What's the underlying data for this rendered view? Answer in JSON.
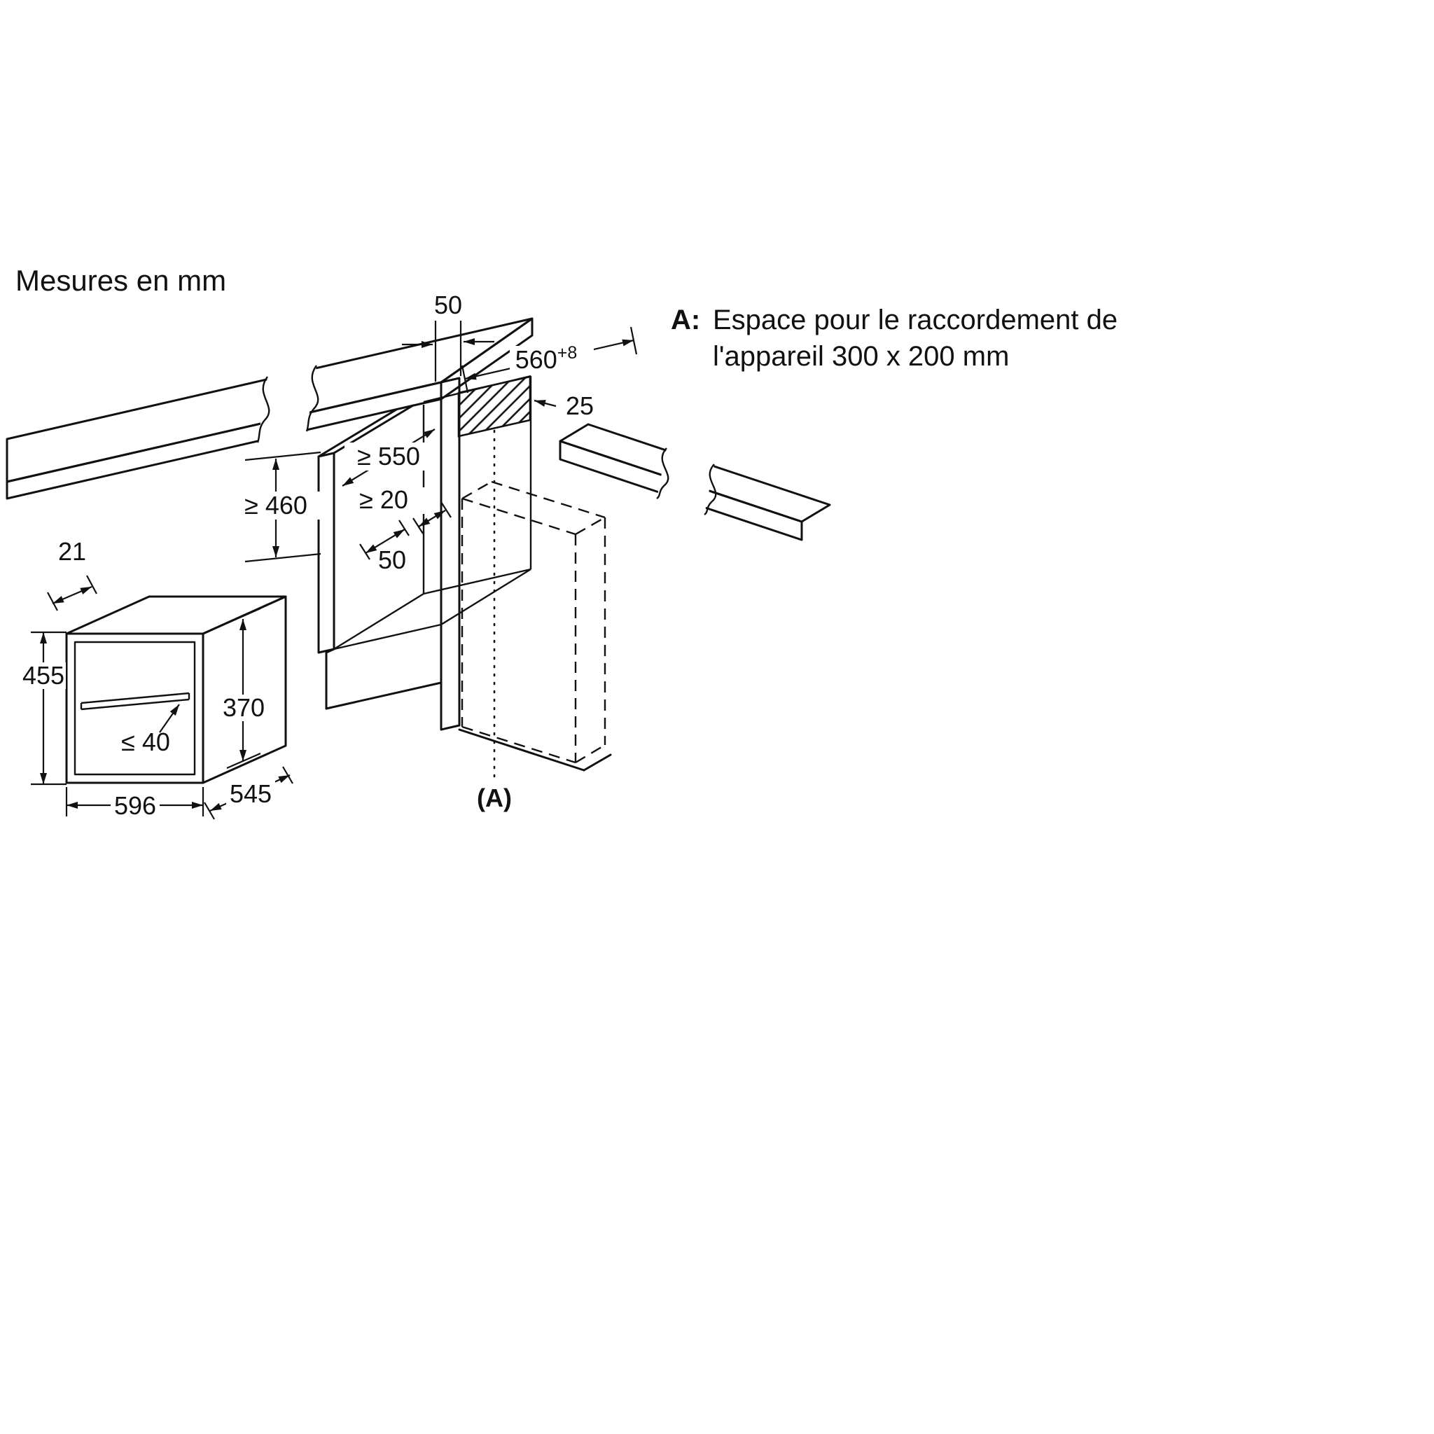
{
  "title": "Mesures en mm",
  "note": {
    "key": "A:",
    "line1": "Espace pour le raccordement de",
    "line2": "l'appareil 300 x 200 mm"
  },
  "dims": {
    "worktop_gap": "50",
    "niche_width": "560",
    "niche_width_tol": "+8",
    "connection_offset": "25",
    "niche_depth": "≥ 550",
    "niche_height": "≥ 460",
    "rear_clearance": "≥ 20",
    "bottom_front_clearance": "50",
    "connection_ref": "(A)",
    "door_overhang": "21",
    "appliance_height": "455",
    "appliance_body_height": "370",
    "handle_clearance": "≤ 40",
    "appliance_width": "596",
    "appliance_depth": "545"
  }
}
